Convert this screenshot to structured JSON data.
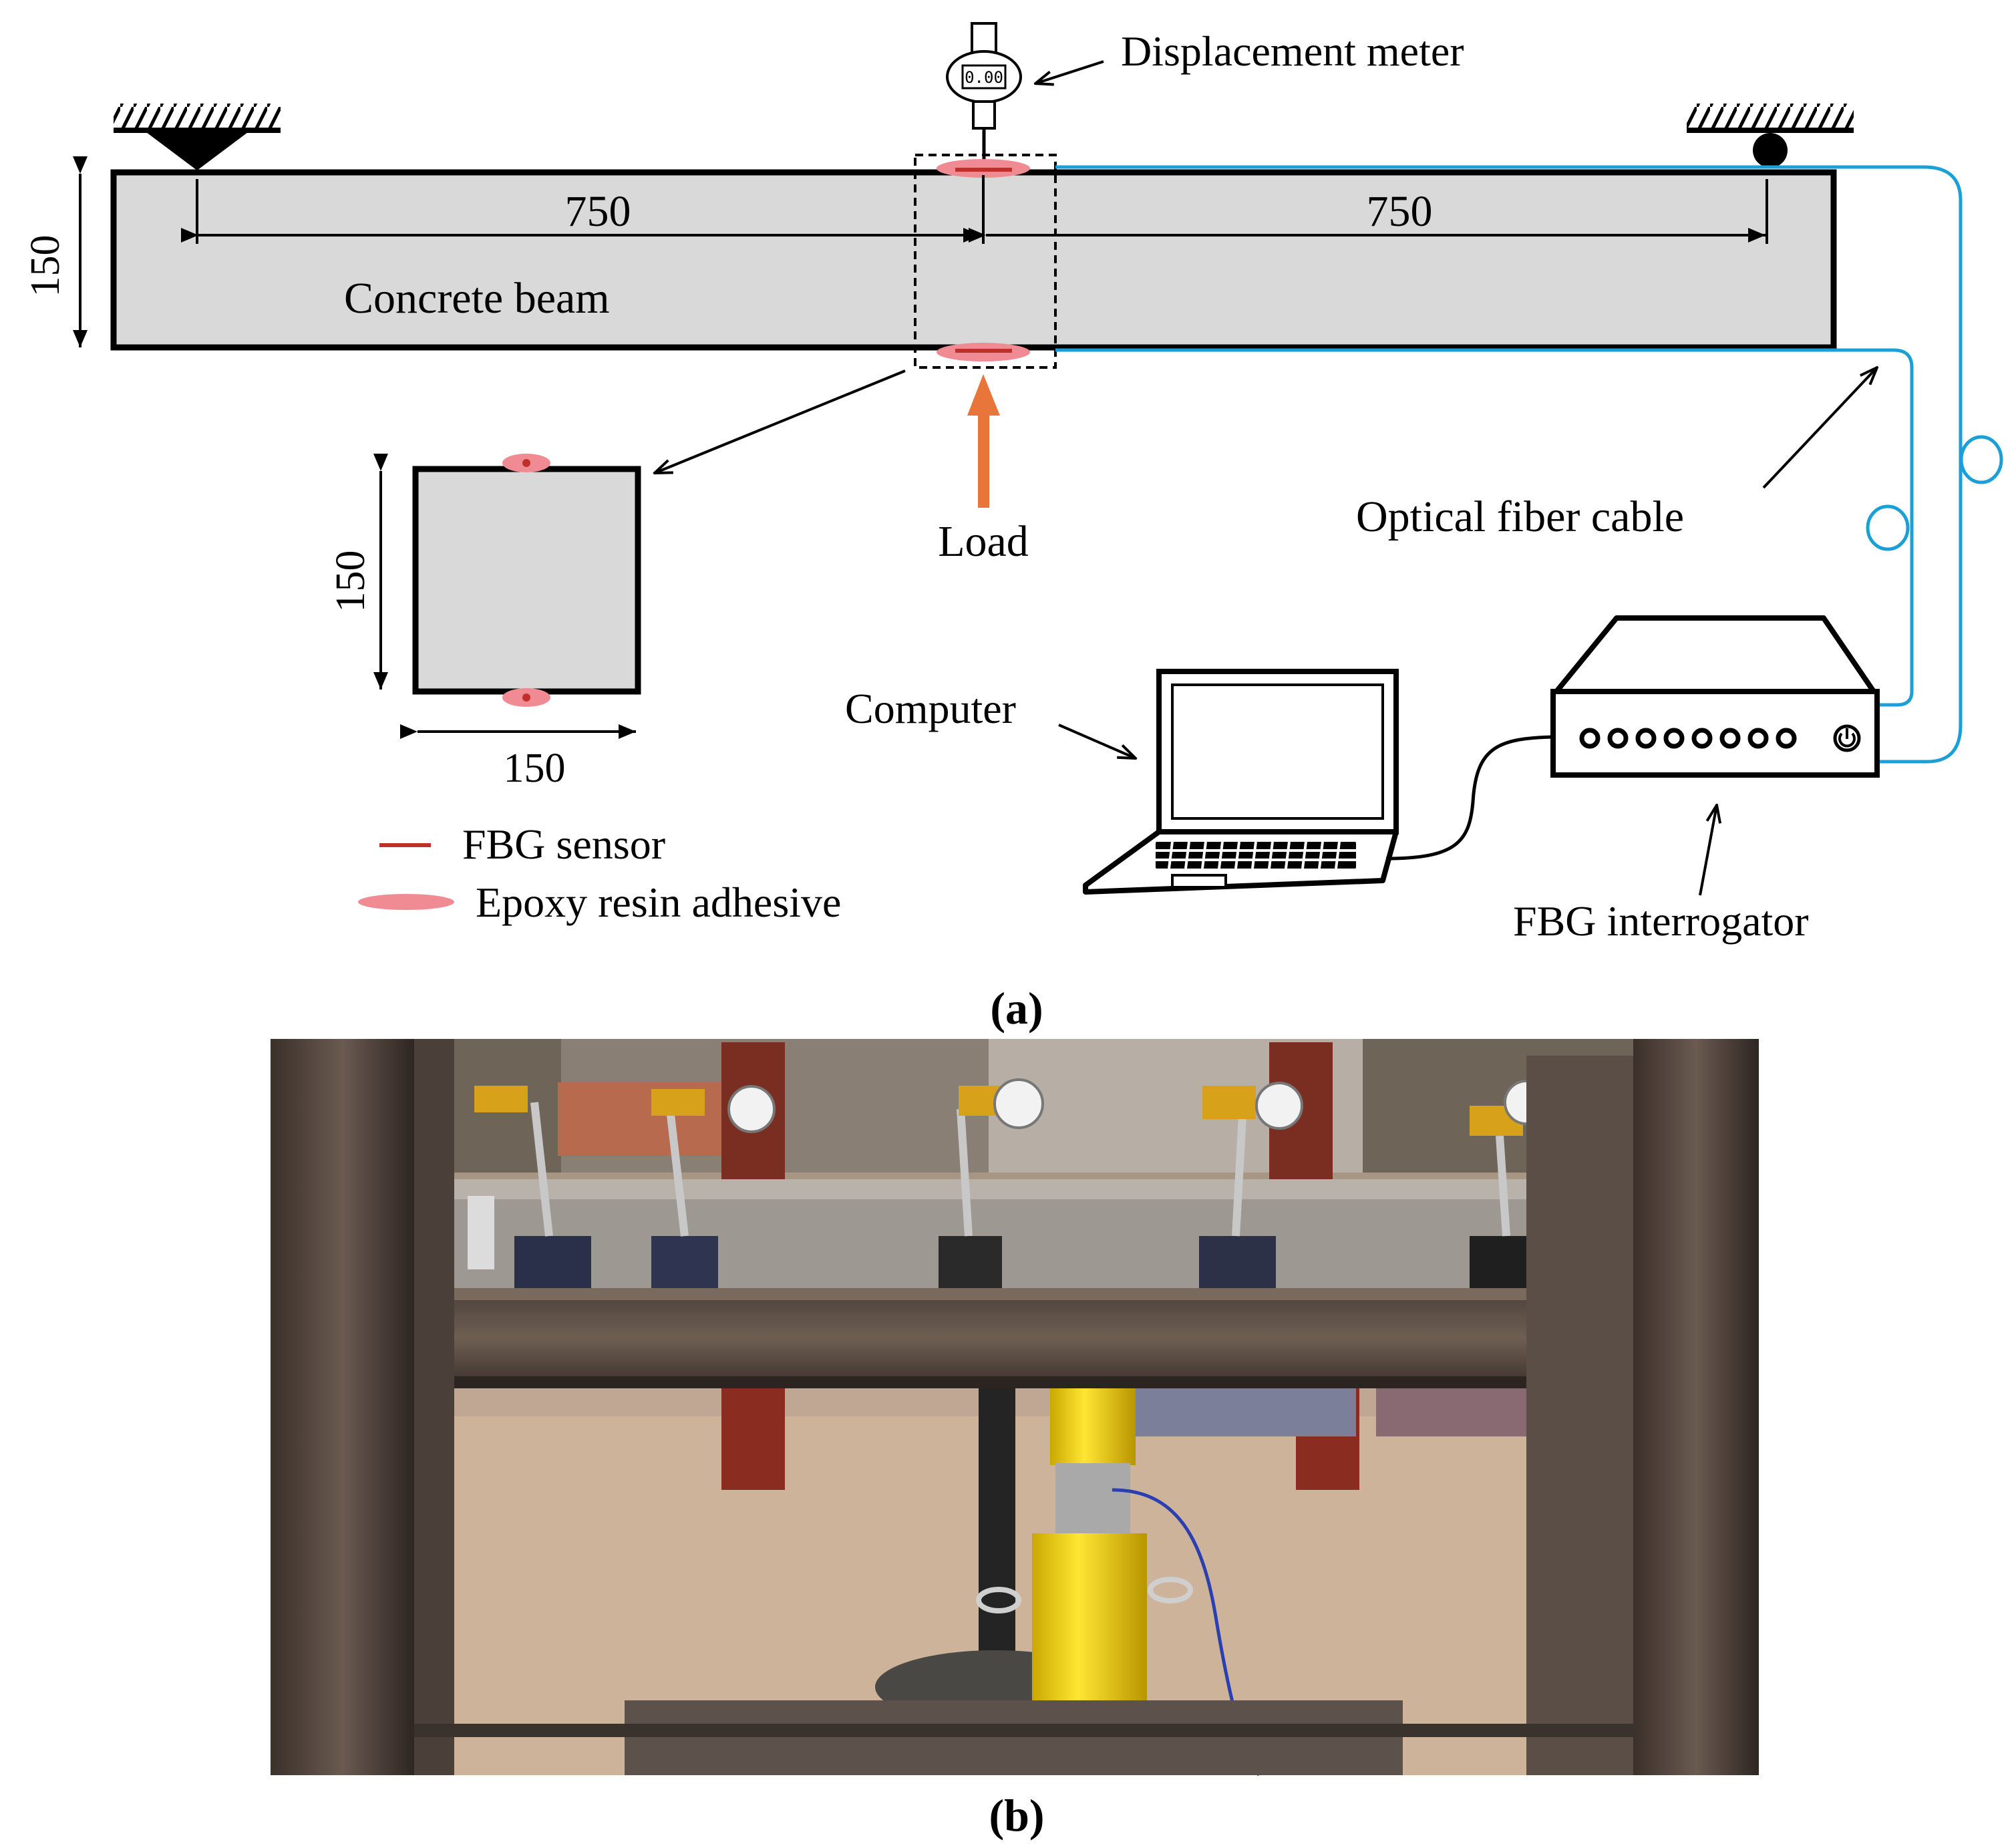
{
  "figure_a": {
    "caption": "(a)",
    "displacement_meter_label": "Displacement meter",
    "displacement_meter_reading": "0.00",
    "beam_label": "Concrete beam",
    "beam_height_dim": "150",
    "left_span_dim": "750",
    "right_span_dim": "750",
    "load_label": "Load",
    "section_height_dim": "150",
    "section_width_dim": "150",
    "legend": {
      "fbg_sensor": "FBG sensor",
      "epoxy": "Epoxy resin adhesive"
    },
    "optical_fiber_label": "Optical fiber cable",
    "computer_label": "Computer",
    "interrogator_label": "FBG interrogator",
    "colors": {
      "fiber": "#1a9fd6",
      "sensor": "#c0302a",
      "epoxy": "#f08a93",
      "load_arrow": "#e8763a",
      "beam_fill": "#d9d9d9"
    }
  },
  "figure_b": {
    "caption": "(b)"
  }
}
